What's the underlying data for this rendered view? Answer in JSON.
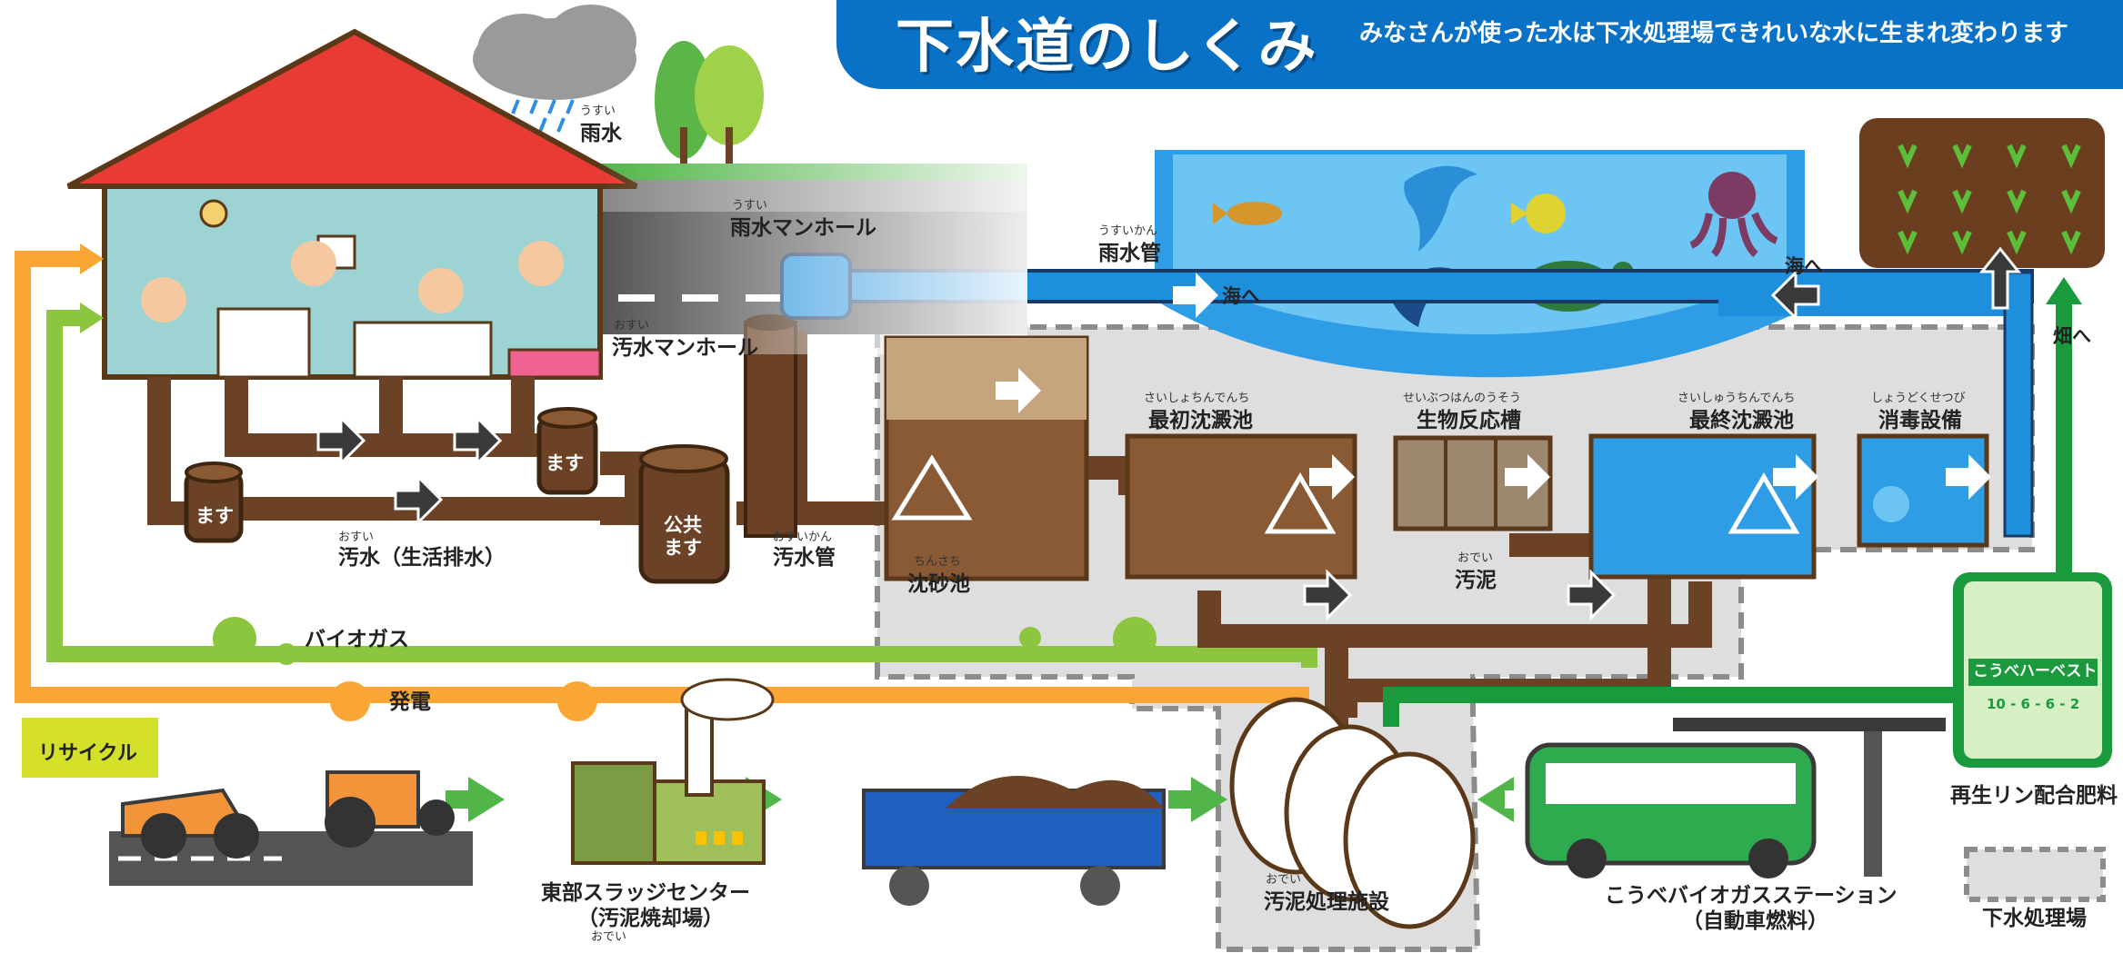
{
  "header": {
    "title": "下水道のしくみ",
    "subtitle": "みなさんが使った水は下水処理場できれいな水に生まれ変わります"
  },
  "labels": {
    "rain_ruby": "うすい",
    "rain": "雨水",
    "storm_manhole_ruby": "うすい",
    "storm_manhole": "雨水マンホール",
    "storm_pipe_ruby": "うすいかん",
    "storm_pipe": "雨水管",
    "to_sea_1": "海へ",
    "to_sea_2": "海へ",
    "to_field": "畑へ",
    "sewage_manhole_ruby": "おすい",
    "sewage_manhole": "汚水マンホール",
    "masu_1": "ます",
    "masu_2": "ます",
    "public_masu": "公共\nます",
    "domestic_ruby": "おすい",
    "domestic": "汚水（生活排水）",
    "sewage_pipe_ruby": "おすいかん",
    "sewage_pipe": "汚水管",
    "grit_ruby": "ちんさち",
    "grit": "沈砂池",
    "primary_ruby": "さいしょちんでんち",
    "primary": "最初沈澱池",
    "bio_ruby": "せいぶつはんのうそう",
    "bio": "生物反応槽",
    "final_ruby": "さいしゅうちんでんち",
    "final": "最終沈澱池",
    "disinfect_ruby": "しょうどくせつび",
    "disinfect": "消毒設備",
    "sludge_ruby": "おでい",
    "sludge": "汚泥",
    "biogas": "バイオガス",
    "power": "発電",
    "recycle": "リサイクル",
    "sludge_plant_ruby": "おでい",
    "sludge_plant": "汚泥処理施設",
    "east_center": "東部スラッジセンター",
    "east_center_sub": "（汚泥焼却場）",
    "east_center_ruby": "おでい",
    "station": "こうべバイオガスステーション",
    "station_sub": "（自動車燃料）",
    "fertilizer": "再生リン配合肥料",
    "fertilizer_bag": "こうべハーベスト",
    "fertilizer_digits": "10 - 6 - 6 - 2",
    "legend": "下水処理場"
  },
  "colors": {
    "banner": "#0a72c6",
    "sewage_pipe": "#6b4226",
    "storm_pipe": "#1e8fdc",
    "biogas_line": "#8cc63f",
    "power_line": "#f9a634",
    "fertilizer_line": "#1a9a3c",
    "plant_area": "#dcdcdc"
  },
  "icons": [
    "rain-cloud-icon",
    "tree-icon",
    "dolphin-icon",
    "fish-icon",
    "turtle-icon",
    "octopus-icon",
    "farm-field-icon",
    "arrow-icon",
    "gas-tank-icon",
    "bus-icon",
    "dump-truck-icon",
    "road-roller-icon",
    "factory-icon",
    "fertilizer-bag-icon"
  ]
}
